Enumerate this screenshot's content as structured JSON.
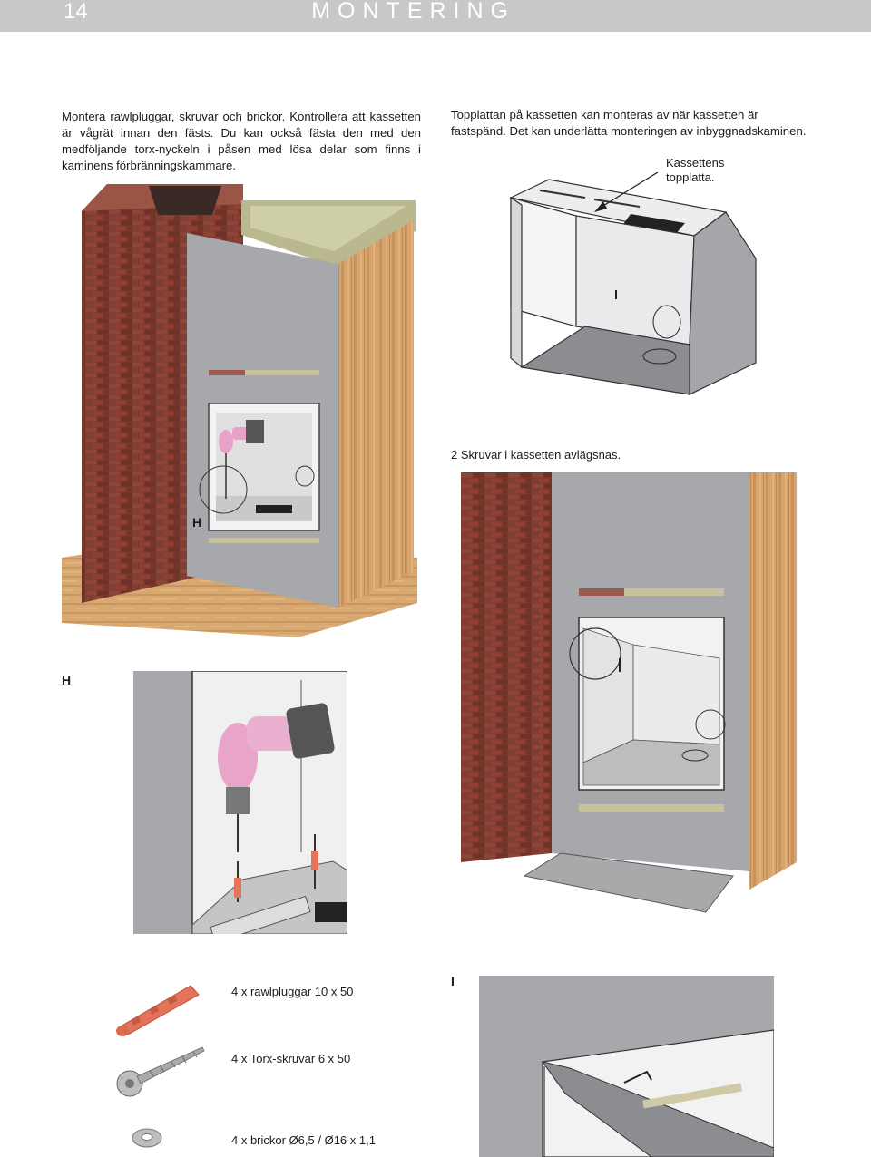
{
  "header": {
    "page_number": "14",
    "section_title": "MONTERING"
  },
  "instructions": {
    "left_text": "Montera rawlpluggar, skruvar och brickor. Kontrollera att kassetten är vågrät innan den fästs. Du kan också fästa den med den medföljande torx-nyckeln i påsen med lösa delar som finns i kaminens förbränningskammare.",
    "right_text": "Topplattan på kassetten kan monteras av när kassetten är fastspänd. Det kan underlätta monteringen av inbyggnadskaminen."
  },
  "callouts": {
    "top_plate": "Kassettens topplatta.",
    "screws_removed": "2 Skruvar i kassetten avlägsnas."
  },
  "step_letters": {
    "h_on_drawing": "H",
    "h_detail": "H",
    "i_detail": "I"
  },
  "parts": [
    {
      "label": "4 x rawlpluggar  10 x 50",
      "icon": "rawlplug-icon"
    },
    {
      "label": "4 x Torx-skruvar 6 x 50",
      "icon": "torx-screw-icon"
    },
    {
      "label": "4 x brickor Ø6,5 / Ø16 x 1,1",
      "icon": "washer-icon"
    }
  ],
  "colors": {
    "header_bg": "#c7c8ca",
    "brick": "#7a3b31",
    "panel_gray": "#a7a9ac",
    "wood": "#d9a872",
    "cassette": "#e8e9eb",
    "drill_pink": "#e8a2c8",
    "plug_orange": "#e4735a"
  }
}
